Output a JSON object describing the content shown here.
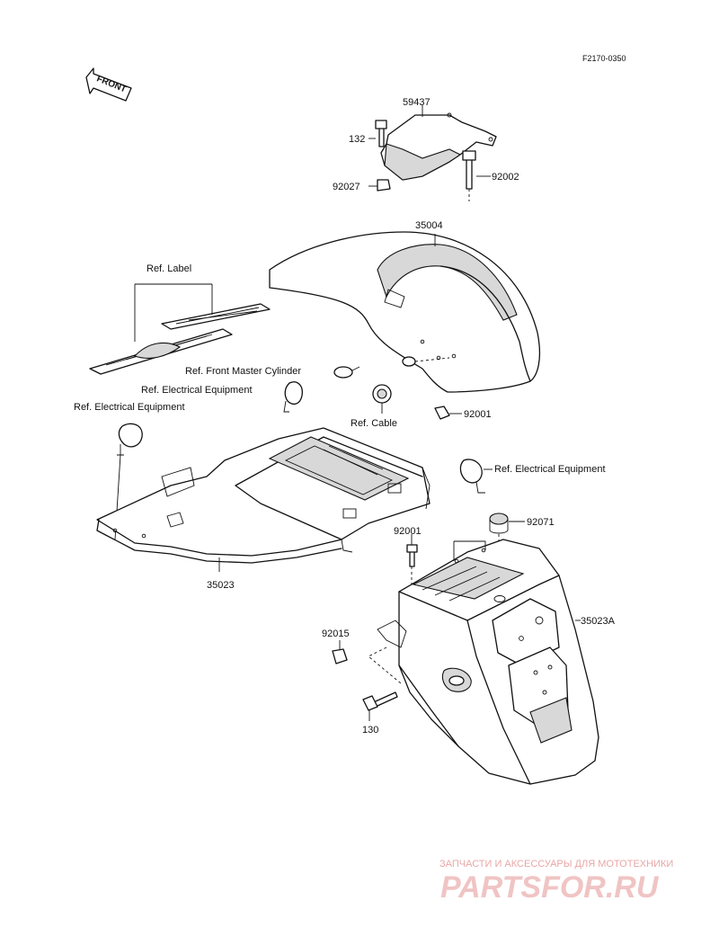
{
  "diagram_code": "F2170-0350",
  "front_marker": "FRONT",
  "parts": {
    "p59437": "59437",
    "p132": "132",
    "p92027": "92027",
    "p92002": "92002",
    "p35004": "35004",
    "p92001a": "92001",
    "p35023": "35023",
    "p92071": "92071",
    "p92001b": "92001",
    "p92015": "92015",
    "p35023A": "35023A",
    "p130": "130"
  },
  "refs": {
    "label": "Ref. Label",
    "front_master_cylinder": "Ref. Front Master Cylinder",
    "electrical_1": "Ref. Electrical Equipment",
    "electrical_2": "Ref. Electrical Equipment",
    "cable": "Ref. Cable",
    "electrical_3": "Ref. Electrical Equipment"
  },
  "watermark": {
    "tagline": "ЗАПЧАСТИ И АКСЕССУАРЫ ДЛЯ МОТОТЕХНИКИ",
    "brand": "PARTSFOR.RU"
  }
}
